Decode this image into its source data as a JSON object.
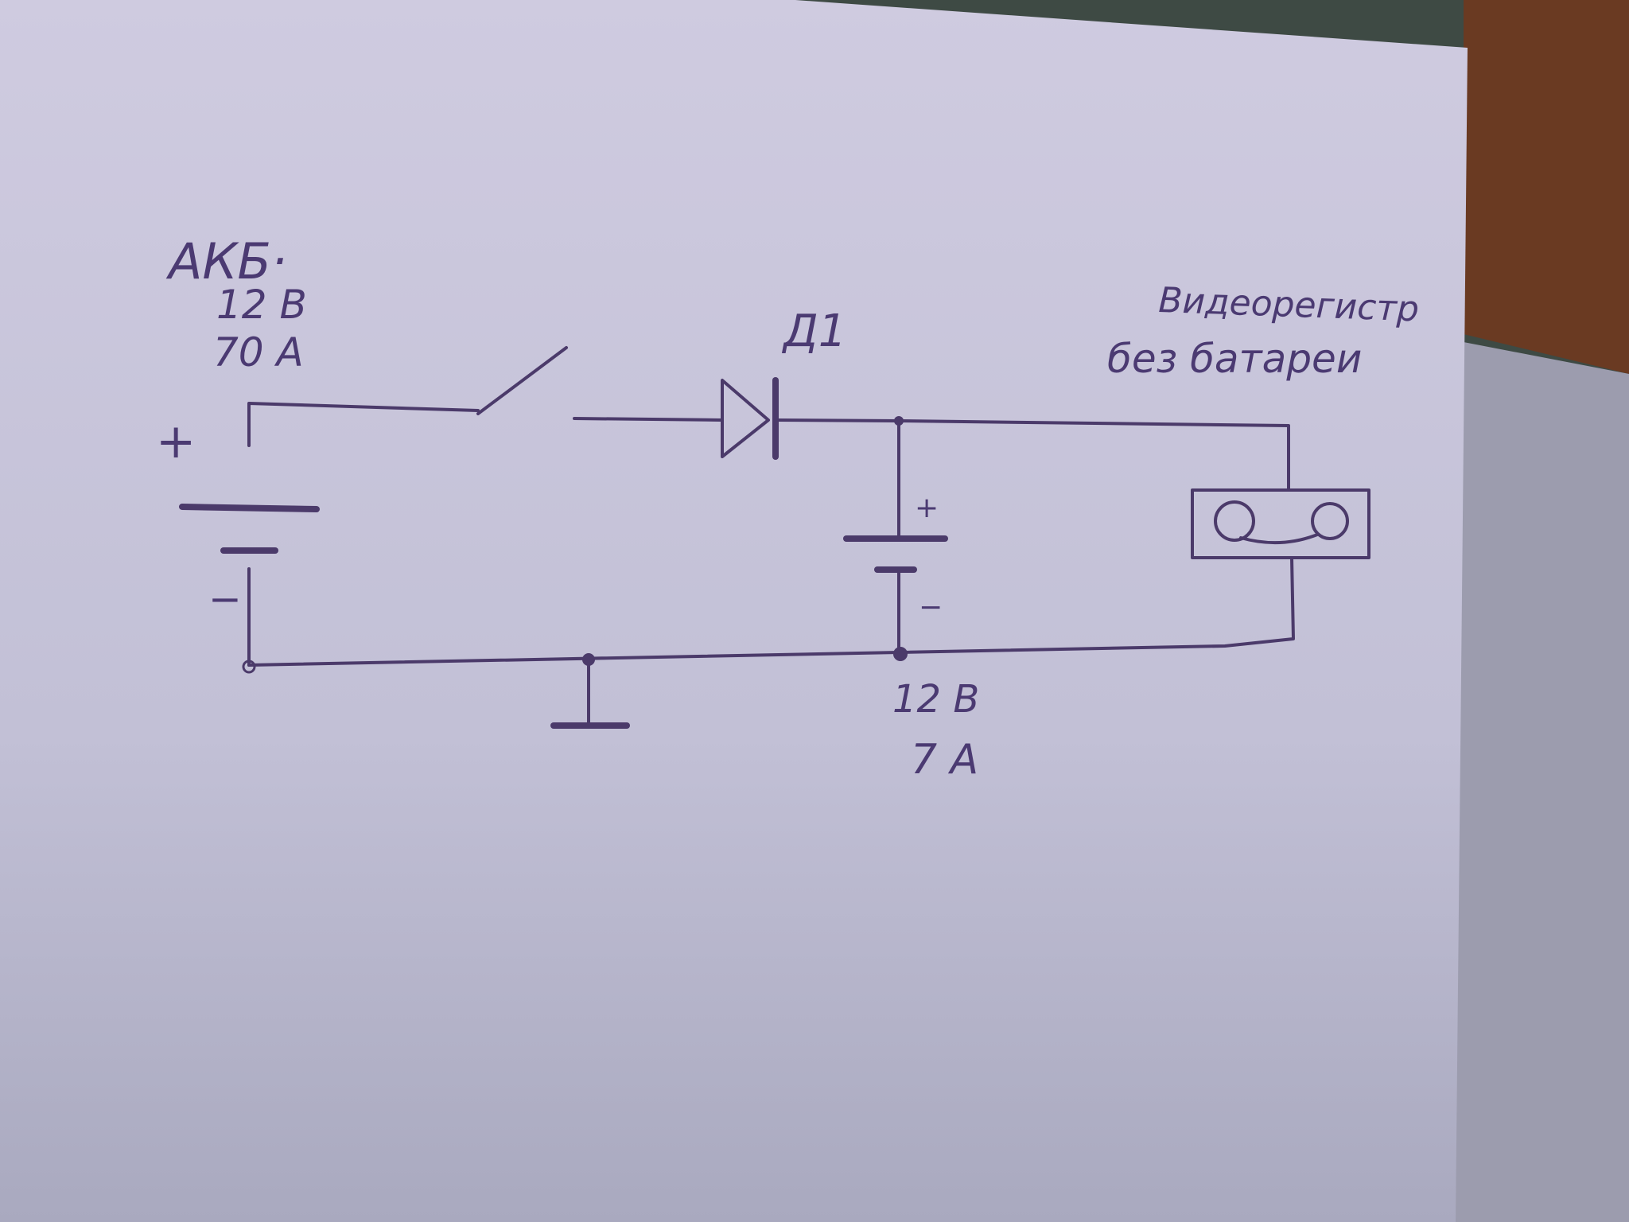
{
  "diagram": {
    "main_battery": {
      "name": "АКБ·",
      "voltage": "12 В",
      "capacity": "70 А",
      "plus": "+",
      "minus": "−"
    },
    "diode": {
      "label": "Д1"
    },
    "backup_battery": {
      "voltage": "12 В",
      "capacity": "7 А",
      "plus": "+",
      "minus": "−"
    },
    "load": {
      "line1": "Видеорегистр",
      "line2": "без батареи"
    },
    "colors": {
      "ink": "#4b3a6a",
      "paper": "#c9c6dd",
      "background": "#3a3f38"
    }
  }
}
